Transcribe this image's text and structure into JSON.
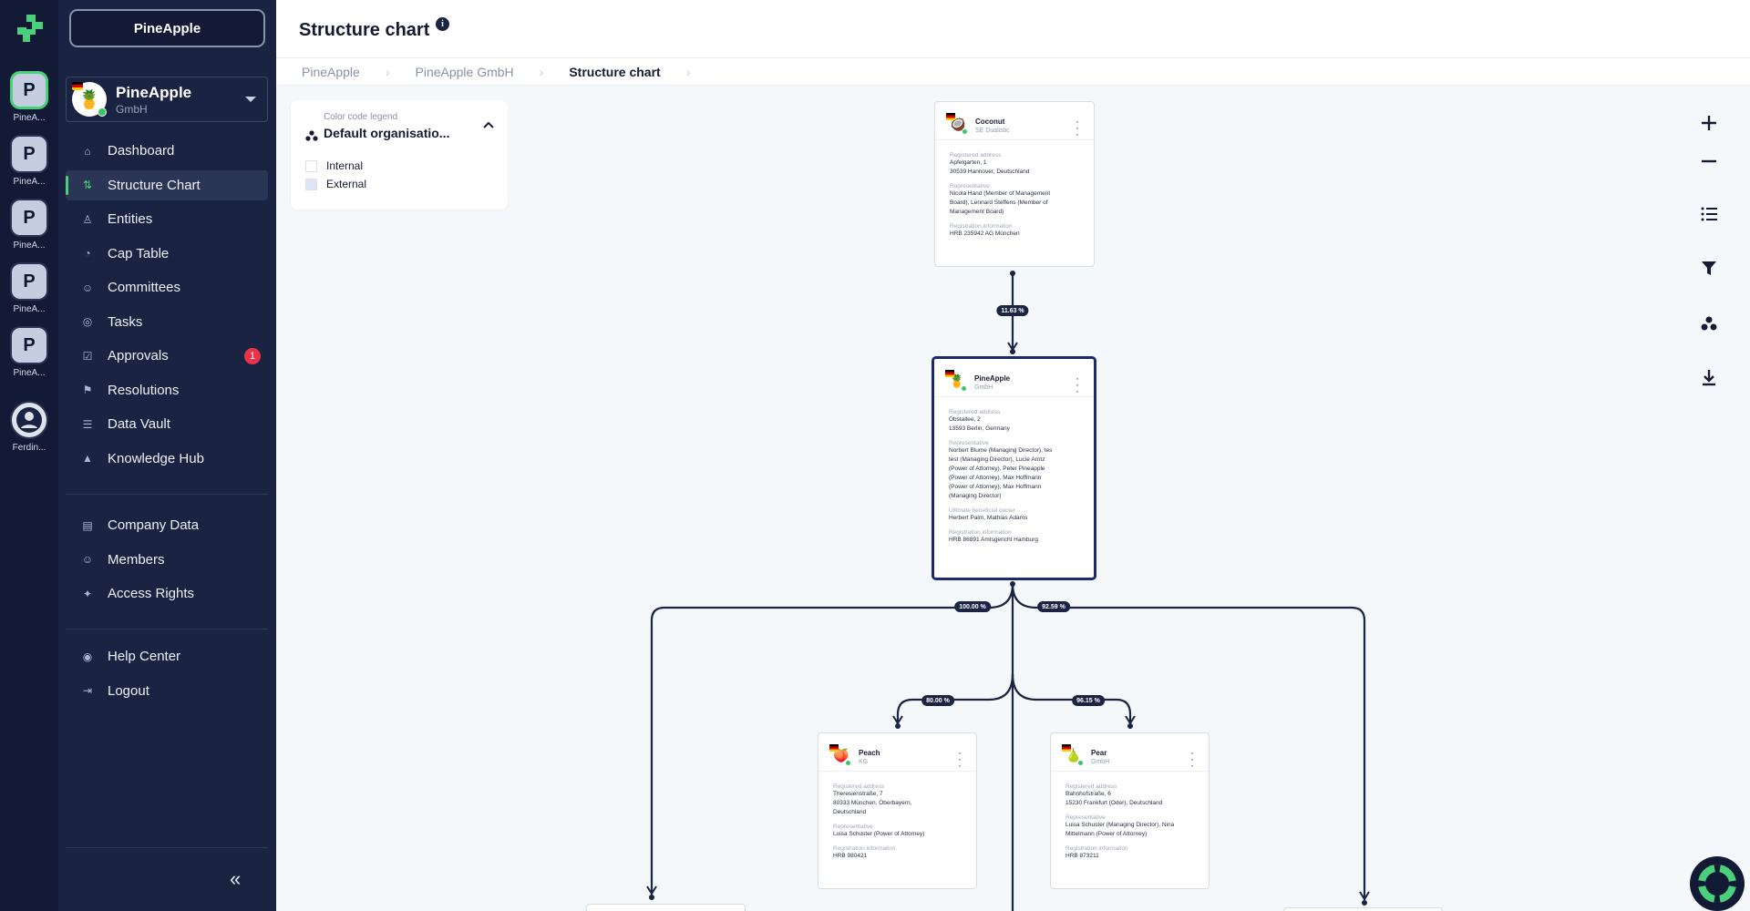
{
  "rail": {
    "workspaces": [
      {
        "letter": "P",
        "label": "PineA..."
      },
      {
        "letter": "P",
        "label": "PineA..."
      },
      {
        "letter": "P",
        "label": "PineA..."
      },
      {
        "letter": "P",
        "label": "PineA..."
      },
      {
        "letter": "P",
        "label": "PineA..."
      }
    ],
    "user_label": "Ferdin..."
  },
  "sidebar": {
    "workspace_button": "PineApple",
    "entity": {
      "name": "PineApple",
      "type": "GmbH"
    },
    "nav": [
      {
        "label": "Dashboard",
        "icon": "home-icon"
      },
      {
        "label": "Structure Chart",
        "icon": "structure-icon",
        "active": true
      },
      {
        "label": "Entities",
        "icon": "entities-icon"
      },
      {
        "label": "Cap Table",
        "icon": "pie-icon"
      },
      {
        "label": "Committees",
        "icon": "people-icon"
      },
      {
        "label": "Tasks",
        "icon": "check-circle-icon"
      },
      {
        "label": "Approvals",
        "icon": "check-square-icon",
        "badge": "1"
      },
      {
        "label": "Resolutions",
        "icon": "flag-icon"
      },
      {
        "label": "Data Vault",
        "icon": "database-icon"
      },
      {
        "label": "Knowledge Hub",
        "icon": "graduation-cap-icon"
      }
    ],
    "nav2": [
      {
        "label": "Company Data",
        "icon": "archive-icon"
      },
      {
        "label": "Members",
        "icon": "people-icon"
      },
      {
        "label": "Access Rights",
        "icon": "key-icon"
      }
    ],
    "nav3": [
      {
        "label": "Help Center",
        "icon": "lifebuoy-icon"
      },
      {
        "label": "Logout",
        "icon": "logout-icon"
      }
    ],
    "collapse": "«"
  },
  "header": {
    "title": "Structure chart",
    "info": "i"
  },
  "breadcrumbs": [
    "PineApple",
    "PineApple GmbH",
    "Structure chart"
  ],
  "legend": {
    "caption": "Color code legend",
    "value": "Default organisatio...",
    "items": [
      {
        "label": "Internal",
        "color": "#ffffff"
      },
      {
        "label": "External",
        "color": "#dfe4f4"
      }
    ]
  },
  "tools": [
    "plus-icon",
    "minus-icon",
    "list-icon",
    "filter-icon",
    "cluster-icon",
    "download-icon"
  ],
  "cards": {
    "coconut": {
      "name": "Coconut",
      "type": "SE Dualistic",
      "emoji": "🥥",
      "sections": [
        {
          "label": "Registered address",
          "value": [
            "Apfelgarten, 1",
            "30539 Hannover, Deutschland"
          ]
        },
        {
          "label": "Representative",
          "value": [
            "Nicola Hand (Member of Management",
            "Board), Lennard Steffens (Member of",
            "Management Board)"
          ]
        },
        {
          "label": "Registration information",
          "value": [
            "HRB 235942 AG München"
          ]
        }
      ]
    },
    "pineapple": {
      "name": "PineApple",
      "type": "GmbH",
      "emoji": "🍍",
      "sections": [
        {
          "label": "Registered address",
          "value": [
            "Obstallee, 2",
            "13593 Berlin, Germany"
          ]
        },
        {
          "label": "Representative",
          "value": [
            "Norbert Blume (Managing Director), tes",
            "test (Managing Director), Lucie Arntz",
            "(Power of Attorney), Peter Pineapple",
            "(Power of Attorney), Max Hoffmann",
            "(Power of Attorney), Max Hoffmann",
            "(Managing Director)"
          ]
        },
        {
          "label": "Ultimate beneficial owner",
          "value": [
            "Herbert Palm, Mathias Adams"
          ]
        },
        {
          "label": "Registration information",
          "value": [
            "HRB 86891 Amtsgericht Hamburg"
          ]
        }
      ]
    },
    "peach": {
      "name": "Peach",
      "type": "KG",
      "emoji": "🍑",
      "sections": [
        {
          "label": "Registered address",
          "value": [
            "Theresienstraße, 7",
            "80333 München, Oberbayern,",
            "Deutschland"
          ]
        },
        {
          "label": "Representative",
          "value": [
            "Luisa Schuster (Power of Attorney)"
          ]
        },
        {
          "label": "Registration information",
          "value": [
            "HRB 980421"
          ]
        }
      ]
    },
    "pear": {
      "name": "Pear",
      "type": "GmbH",
      "emoji": "🍐",
      "sections": [
        {
          "label": "Registered address",
          "value": [
            "Bahnhofstraße, 6",
            "15230 Frankfurt (Oder), Deutschland"
          ]
        },
        {
          "label": "Representative",
          "value": [
            "Luisa Schuster (Managing Director), Nina",
            "Mittelmann (Power of Attorney)"
          ]
        },
        {
          "label": "Registration information",
          "value": [
            "HRB 873211"
          ]
        }
      ]
    }
  },
  "edges": {
    "coconut_pineapple": "11.63 %",
    "pineapple_left": "100.00 %",
    "pineapple_right": "92.59 %",
    "pineapple_peach": "80.00 %",
    "pineapple_pear": "96.15 %"
  }
}
